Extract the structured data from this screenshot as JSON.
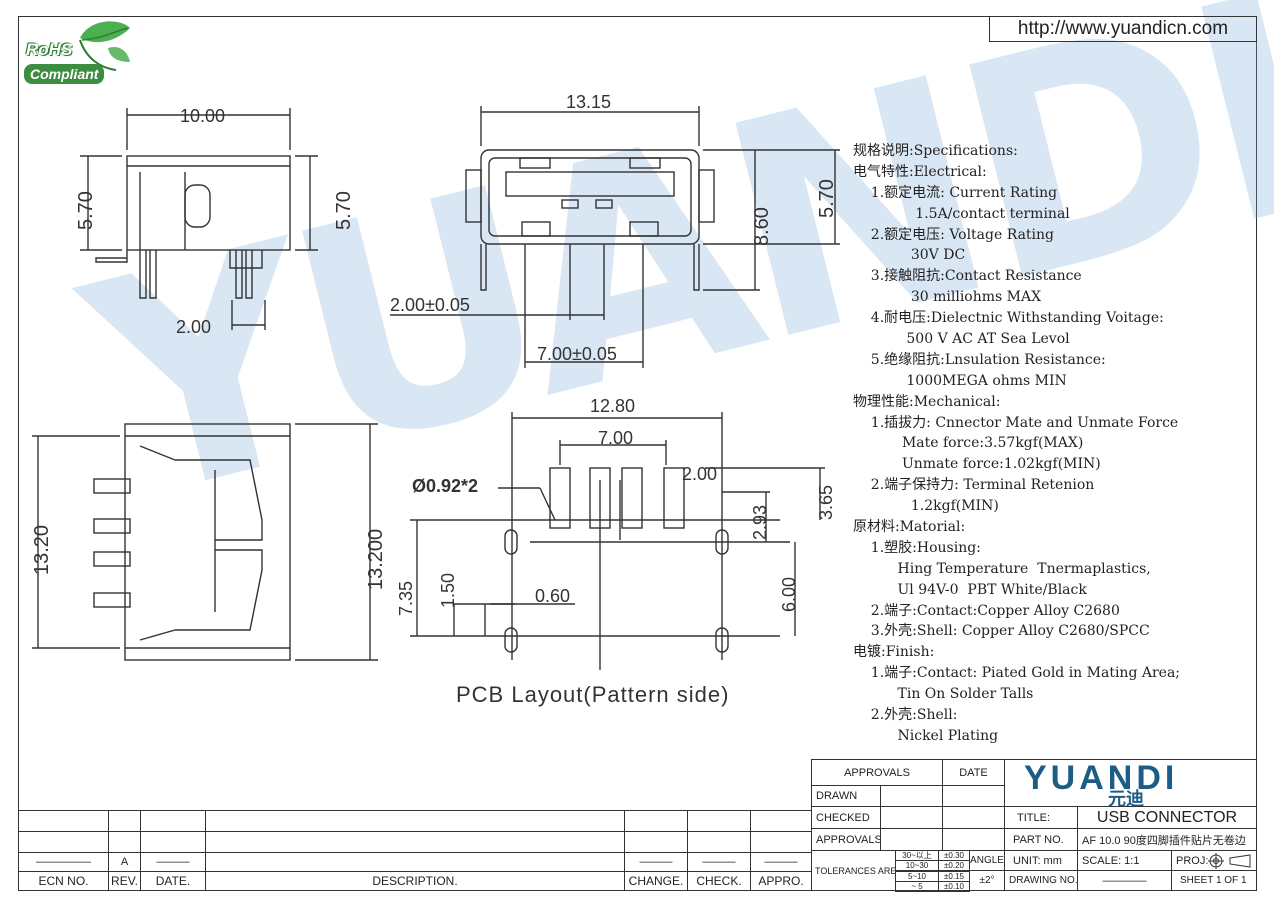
{
  "header": {
    "url": "http://www.yuandicn.com",
    "rohs_top": "RoHS",
    "rohs_bottom": "Compliant"
  },
  "watermark": "YUANDI",
  "dimensions": {
    "side_width": "10.00",
    "side_height_left": "5.70",
    "side_height_right": "5.70",
    "side_pin": "2.00",
    "front_width": "13.15",
    "front_height": "8.60",
    "front_height_small": "5.70",
    "front_pitch": "2.00±0.05",
    "front_span": "7.00±0.05",
    "bottom_height": "13.20",
    "bottom_height2": "13.200",
    "pcb_width": "12.80",
    "pcb_span": "7.00",
    "pcb_pitch": "2.00",
    "pcb_hole": "Ø0.92*2",
    "pcb_h1": "3.65",
    "pcb_h2": "2.93",
    "pcb_h3": "6.00",
    "pcb_h4": "7.35",
    "pcb_h5": "1.50",
    "pcb_w1": "0.60"
  },
  "pcb_caption": "PCB Layout(Pattern side)",
  "specs": [
    "规格说明:Specifications:",
    "电气特性:Electrical:",
    "    1.额定电流: Current Rating",
    "              1.5A/contact terminal",
    "    2.额定电压: Voltage Rating",
    "             30V DC",
    "    3.接触阻抗:Contact Resistance",
    "             30 milliohms MAX",
    "    4.耐电压:Dielectnic Withstanding Voitage:",
    "            500 V AC AT Sea Levol",
    "    5.绝缘阻抗:Lnsulation Resistance:",
    "            1000MEGA ohms MIN",
    "物理性能:Mechanical:",
    "    1.插拔力: Cnnector Mate and Unmate Force",
    "           Mate force:3.57kgf(MAX)",
    "           Unmate force:1.02kgf(MIN)",
    "    2.端子保持力: Terminal Retenion",
    "             1.2kgf(MIN)",
    "原材料:Matorial:",
    "    1.塑胶:Housing:",
    "          Hing Temperature  Tnermaplastics,",
    "          Ul 94V-0  PBT White/Black",
    "    2.端子:Contact:Copper Alloy C2680",
    "    3.外壳:Shell: Copper Alloy C2680/SPCC",
    "电镀:Finish:",
    "    1.端子:Contact: Piated Gold in Mating Area;",
    "          Tin On Solder Talls",
    "    2.外壳:Shell:",
    "          Nickel Plating"
  ],
  "title_block": {
    "approvals_header": "APPROVALS",
    "date_header": "DATE",
    "drawn": "DRAWN",
    "checked": "CHECKED",
    "approvals": "APPROVALS",
    "tolerances": "TOLERANCES  ARE",
    "tol_rows": [
      {
        "range": "30~以上",
        "tol": "±0.30"
      },
      {
        "range": "10~30",
        "tol": "±0.20"
      },
      {
        "range": "5~10",
        "tol": "±0.15"
      },
      {
        "range": "~ 5",
        "tol": "±0.10"
      }
    ],
    "angle": "ANGLE",
    "angle_tol": "±2°",
    "logo_en": "YUANDI",
    "logo_cn": "元迪",
    "title_label": "TITLE:",
    "title_value": "USB CONNECTOR",
    "part_label": "PART  NO.",
    "part_value": "AF 10.0 90度四脚插件贴片无卷边",
    "unit": "UNIT:  mm",
    "scale": "SCALE:   1:1",
    "proj": "PROJ:",
    "drawing_no": "DRAWING  NO.",
    "drawing_value": "————",
    "sheet": "SHEET   1  OF  1",
    "rev_value": "A",
    "rev_dash": "———",
    "ecn_dash": "—————",
    "change_dash": "———",
    "check_dash": "———",
    "appro_dash": "———",
    "ecn": "ECN  NO.",
    "rev": "REV.",
    "date": "DATE.",
    "description": "DESCRIPTION.",
    "change": "CHANGE.",
    "check": "CHECK.",
    "appro": "APPRO."
  }
}
